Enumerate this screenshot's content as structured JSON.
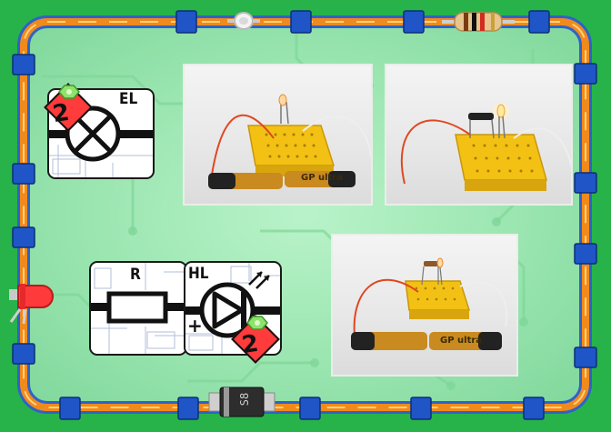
{
  "cards": {
    "lamp": {
      "label": "EL",
      "badge": "2"
    },
    "resistor": {
      "label": "R"
    },
    "diode": {
      "label": "HL",
      "polarity": "+",
      "badge": "2"
    }
  },
  "photos": {
    "photo_1": {
      "battery_brand": "GP ultra"
    },
    "photo_2": {
      "battery_brand": ""
    },
    "photo_3": {
      "battery_brand": "GP ultra"
    }
  },
  "components": {
    "smd_diode_marking": "S8"
  },
  "icons": [
    "led-icon",
    "resistor-icon",
    "diode-icon",
    "bulb-symbol-icon",
    "resistor-symbol-icon",
    "led-symbol-icon"
  ],
  "colors": {
    "background": "#27b34a",
    "board": "#a8ebbd",
    "wire_blue": "#2f62c9",
    "wire_orange": "#f08a1c",
    "clip": "#1f55c7",
    "badge": "#ff3b3b",
    "breadboard": "#f4c91c"
  }
}
